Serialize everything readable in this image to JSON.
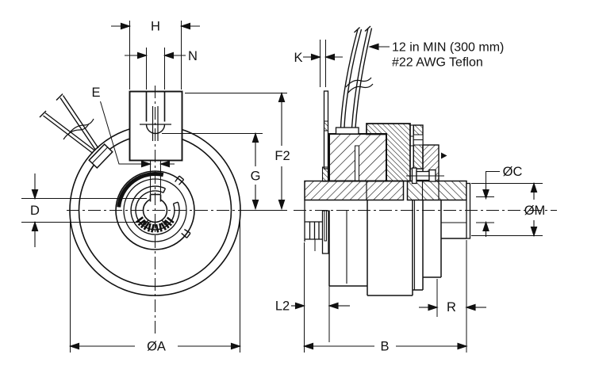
{
  "drawing": {
    "background_color": "#ffffff",
    "line_color": "#111111",
    "labels": {
      "h": "H",
      "n": "N",
      "e": "E",
      "f2": "F2",
      "g": "G",
      "d": "D",
      "dia_a": "ØA",
      "k": "K",
      "l2": "L2",
      "b": "B",
      "r": "R",
      "dia_c": "ØC",
      "dia_m": "ØM"
    },
    "wire_note": {
      "line1": "12 in MIN (300 mm)",
      "line2": "#22 AWG Teflon"
    }
  }
}
